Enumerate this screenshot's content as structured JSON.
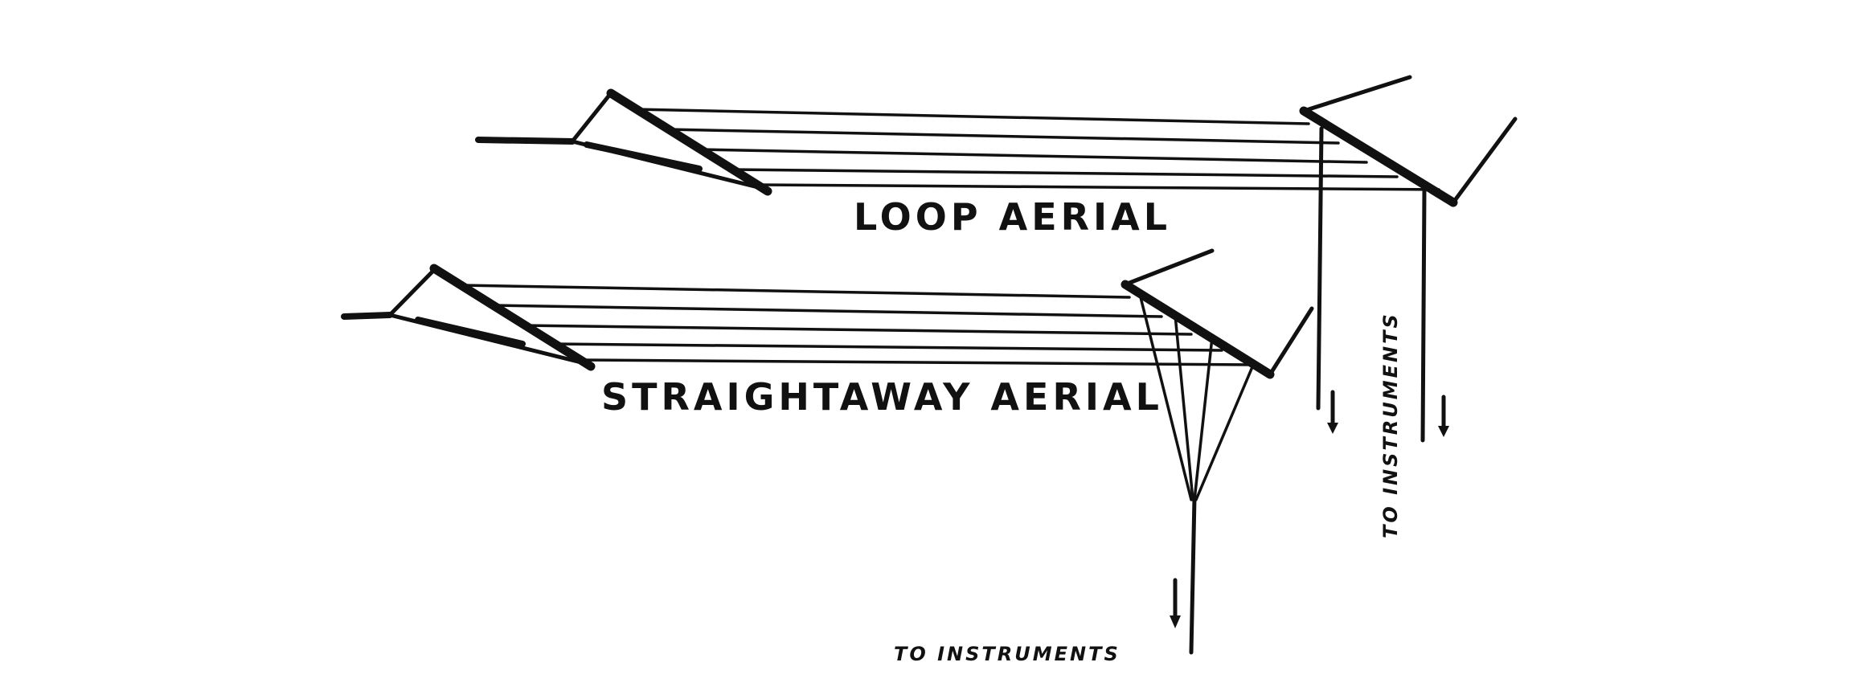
{
  "labels": {
    "loop": "LOOP AERIAL",
    "straightaway": "STRAIGHTAWAY AERIAL",
    "to_instruments_bottom": "TO INSTRUMENTS",
    "to_instruments_side": "TO INSTRUMENTS"
  }
}
